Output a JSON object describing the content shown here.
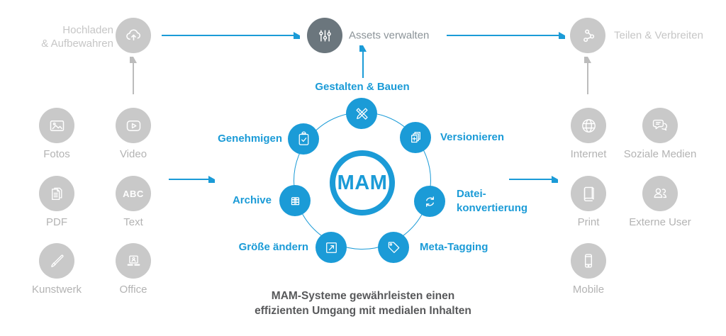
{
  "colors": {
    "accent_blue": "#1b9bd7",
    "gray_circle": "#c9c9c9",
    "dark_circle": "#6b767d",
    "label_gray": "#b3b3b3",
    "caption_gray": "#58595b"
  },
  "top_flow": {
    "left": {
      "label_line1": "Hochladen",
      "label_line2": "& Aufbewahren",
      "icon": "cloud-upload-icon"
    },
    "center": {
      "label": "Assets verwalten",
      "icon": "sliders-icon"
    },
    "right": {
      "label": "Teilen & Verbreiten",
      "icon": "share-icon"
    }
  },
  "sources": [
    {
      "label": "Fotos",
      "icon": "photo-icon"
    },
    {
      "label": "Video",
      "icon": "video-play-icon"
    },
    {
      "label": "PDF",
      "icon": "pdf-document-icon"
    },
    {
      "label": "Text",
      "icon": "abc-text-icon",
      "icon_text": "ABC"
    },
    {
      "label": "Kunstwerk",
      "icon": "paintbrush-icon"
    },
    {
      "label": "Office",
      "icon": "laptop-user-icon"
    }
  ],
  "hub": {
    "label": "MAM"
  },
  "features": [
    {
      "label": "Gestalten & Bauen",
      "icon": "pencil-ruler-icon"
    },
    {
      "label": "Genehmigen",
      "icon": "clipboard-check-icon"
    },
    {
      "label": "Versionieren",
      "icon": "versions-pages-icon"
    },
    {
      "label": "Archive",
      "icon": "archive-stack-icon"
    },
    {
      "label": "Datei-konvertierung",
      "label_line1": "Datei-",
      "label_line2": "konvertierung",
      "icon": "convert-arrows-icon"
    },
    {
      "label": "Größe ändern",
      "icon": "resize-icon"
    },
    {
      "label": "Meta-Tagging",
      "icon": "tag-icon"
    }
  ],
  "outputs": [
    {
      "label": "Internet",
      "icon": "globe-icon"
    },
    {
      "label": "Soziale Medien",
      "icon": "chat-bubbles-icon"
    },
    {
      "label": "Print",
      "icon": "book-icon"
    },
    {
      "label": "Externe User",
      "icon": "users-icon"
    },
    {
      "label": "Mobile",
      "icon": "smartphone-icon"
    }
  ],
  "caption": {
    "line1": "MAM-Systeme gewährleisten einen",
    "line2": "effizienten Umgang mit medialen Inhalten"
  }
}
